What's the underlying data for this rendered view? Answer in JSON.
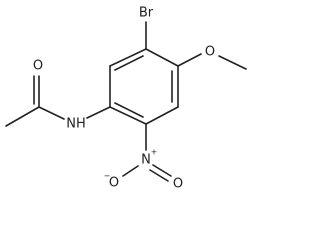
{
  "labels": {
    "bromine": "Br",
    "methoxy_oxygen": "O",
    "amide_nitrogen": "NH",
    "carbonyl_oxygen": "O",
    "nitro_nitrogen": "N",
    "nitro_oxygen_double": "O",
    "nitro_oxygen_single": "O",
    "positive_charge": "+",
    "negative_charge": "−"
  }
}
